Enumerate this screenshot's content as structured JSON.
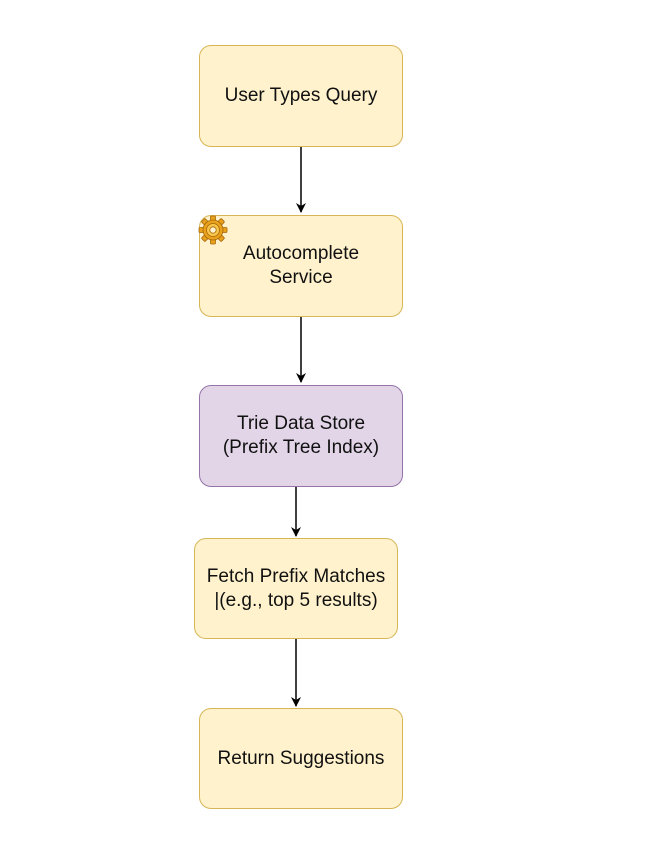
{
  "nodes": [
    {
      "id": "user-types-query",
      "label": "User Types Query"
    },
    {
      "id": "autocomplete-service",
      "label": "Autocomplete\nService"
    },
    {
      "id": "trie-data-store",
      "label": "Trie Data Store\n (Prefix Tree Index)"
    },
    {
      "id": "fetch-prefix-matches",
      "label": "Fetch Prefix Matches\n|(e.g., top 5 results)"
    },
    {
      "id": "return-suggestions",
      "label": "Return Suggestions"
    }
  ],
  "icons": {
    "autocomplete_service_icon": "gear-icon"
  },
  "colors": {
    "yellow_fill": "#fff2cc",
    "yellow_stroke": "#d6b656",
    "purple_fill": "#e1d5e7",
    "purple_stroke": "#9673a6",
    "arrow": "#000000"
  }
}
